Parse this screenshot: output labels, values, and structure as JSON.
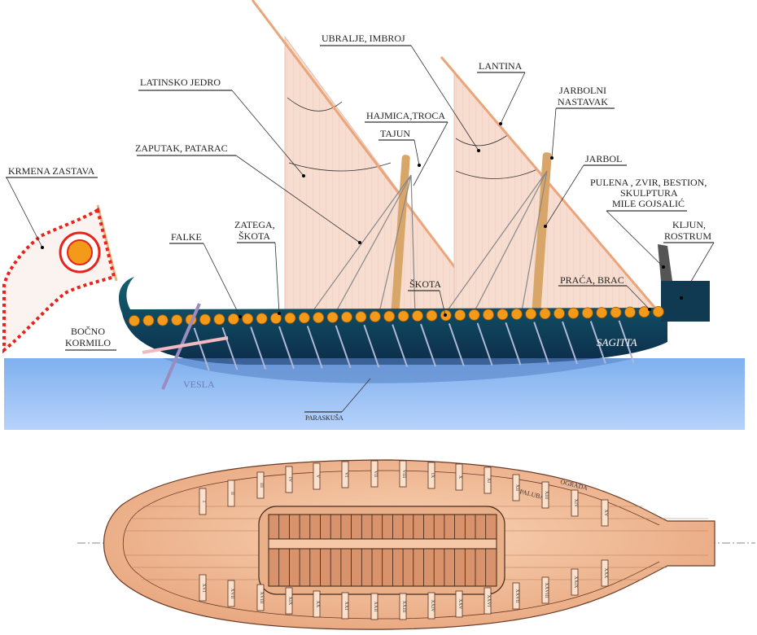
{
  "labels": {
    "latinsko_jedro": "LATINSKO JEDRO",
    "ubralje": "UBRALJE, IMBROJ",
    "lantina": "LANTINA",
    "jarbolni_1": "JARBOLNI",
    "jarbolni_2": "NASTAVAK",
    "hajmica": "HAJMICA,TROCA",
    "tajun": "TAJUN",
    "zaputak": "ZAPUTAK, PATARAC",
    "jarbol": "JARBOL",
    "krmena": "KRMENA ZASTAVA",
    "pulena_1": "PULENA , ZVIR, BESTION,",
    "pulena_2": "SKULPTURA",
    "pulena_3": "MILE GOJSALIĆ",
    "zatega_1": "ZATEGA,",
    "zatega_2": "ŠKOTA",
    "falke": "FALKE",
    "kljun_1": "KLJUN,",
    "kljun_2": "ROSTRUM",
    "skota": "ŠKOTA",
    "praca": "PRAĆA, BRAC",
    "bocno_1": "BOČNO",
    "bocno_2": "KORMILO",
    "vesla": "VESLA",
    "paraskusa": "PARASKUŠA",
    "ship_name": "SAGITTA",
    "ograda": "OGRADA",
    "paluba": "PALUBA"
  },
  "benches_top": [
    "I",
    "II",
    "III",
    "IV",
    "V",
    "VI",
    "VII",
    "VIII",
    "IX",
    "X",
    "XI",
    "XII",
    "XIII",
    "XIV",
    "XV"
  ],
  "benches_bottom": [
    "XVI",
    "XVII",
    "XVIII",
    "XIX",
    "XX",
    "XXI",
    "XXII",
    "XXIII",
    "XXIV",
    "XXV",
    "XXVI",
    "XXVII",
    "XXVIII",
    "XXIX",
    "XXX"
  ],
  "colors": {
    "sail": "#f6d8cc",
    "hull": "#0f4a56",
    "hull_dark": "#0b2040",
    "water": "#8fb8f0",
    "deck": "#eeb892",
    "shield": "#f39a1a",
    "flag_red": "#e8231c"
  }
}
